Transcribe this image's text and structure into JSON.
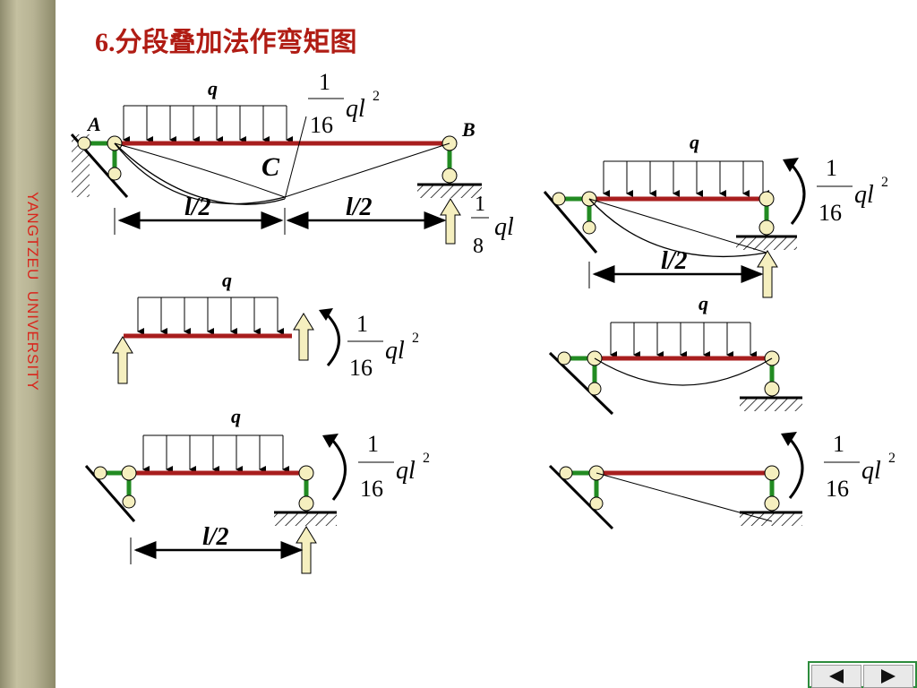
{
  "sidebar": {
    "text": "YANGTZEU  UNIVERSITY"
  },
  "title": "6.分段叠加法作弯矩图",
  "labels": {
    "q": "q",
    "A": "A",
    "B": "B",
    "C": "C",
    "half_span": "l/2",
    "moment_num": "1",
    "moment_den": "16",
    "moment_ql": "ql",
    "moment_exp": "2",
    "reaction_num": "1",
    "reaction_den": "8",
    "reaction_ql": "ql"
  },
  "colors": {
    "beam": "#a81e1e",
    "support": "#228b22",
    "hinge_fill": "#f5efbf",
    "arrow_fill": "#f5efbf",
    "title": "#b01c14",
    "sidebar_text": "#d9261c"
  },
  "nav": {
    "prev_icon": "triangle-left-icon",
    "next_icon": "triangle-right-icon"
  }
}
